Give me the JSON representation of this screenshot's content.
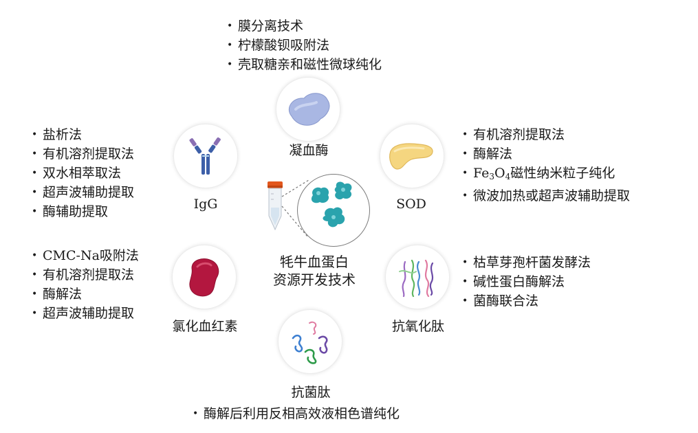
{
  "center": {
    "line1": "牦牛血蛋白",
    "line2": "资源开发技术",
    "icons": [
      "test-tube-icon",
      "protein-cluster-icon"
    ]
  },
  "nodes": {
    "coagulase": {
      "label": "凝血酶",
      "icon": "coagulase-blob-icon",
      "methods": [
        "膜分离技术",
        "柠檬酸钡吸附法",
        "壳取糖亲和磁性微球纯化"
      ]
    },
    "sod": {
      "label": "SOD",
      "icon": "sod-crescent-icon",
      "methods": [
        "有机溶剂提取法",
        "酶解法",
        "Fe3O4磁性纳米粒子纯化",
        "微波加热或超声波辅助提取"
      ]
    },
    "igg": {
      "label": "IgG",
      "icon": "antibody-icon",
      "methods": [
        "盐析法",
        "有机溶剂提取法",
        "双水相萃取法",
        "超声波辅助提取",
        "酶辅助提取"
      ]
    },
    "hemin": {
      "label": "氯化血红素",
      "icon": "hemin-blob-icon",
      "methods": [
        "CMC-Na吸附法",
        "有机溶剂提取法",
        "酶解法",
        "超声波辅助提取"
      ]
    },
    "antioxidant_peptide": {
      "label": "抗氧化肽",
      "icon": "peptide-strands-icon",
      "methods": [
        "枯草芽孢杆菌发酵法",
        "碱性蛋白酶解法",
        "菌酶联合法"
      ]
    },
    "antibacterial_peptide": {
      "label": "抗菌肽",
      "icon": "peptide-coils-icon",
      "methods": [
        "酶解后利用反相高效液相色谱纯化"
      ]
    }
  },
  "sod_fe3o4": {
    "prefix": "Fe",
    "sub1": "3",
    "mid": "O",
    "sub2": "4",
    "suffix": "磁性纳米粒子纯化"
  },
  "colors": {
    "coagulase": "#a9b7e3",
    "sod": "#f5d680",
    "antibody_blue": "#3d5fa8",
    "antibody_purple": "#8a6fb3",
    "hemin": "#b3173f",
    "protein_teal": "#2aa3ad",
    "tube_cap": "#e2571d"
  }
}
